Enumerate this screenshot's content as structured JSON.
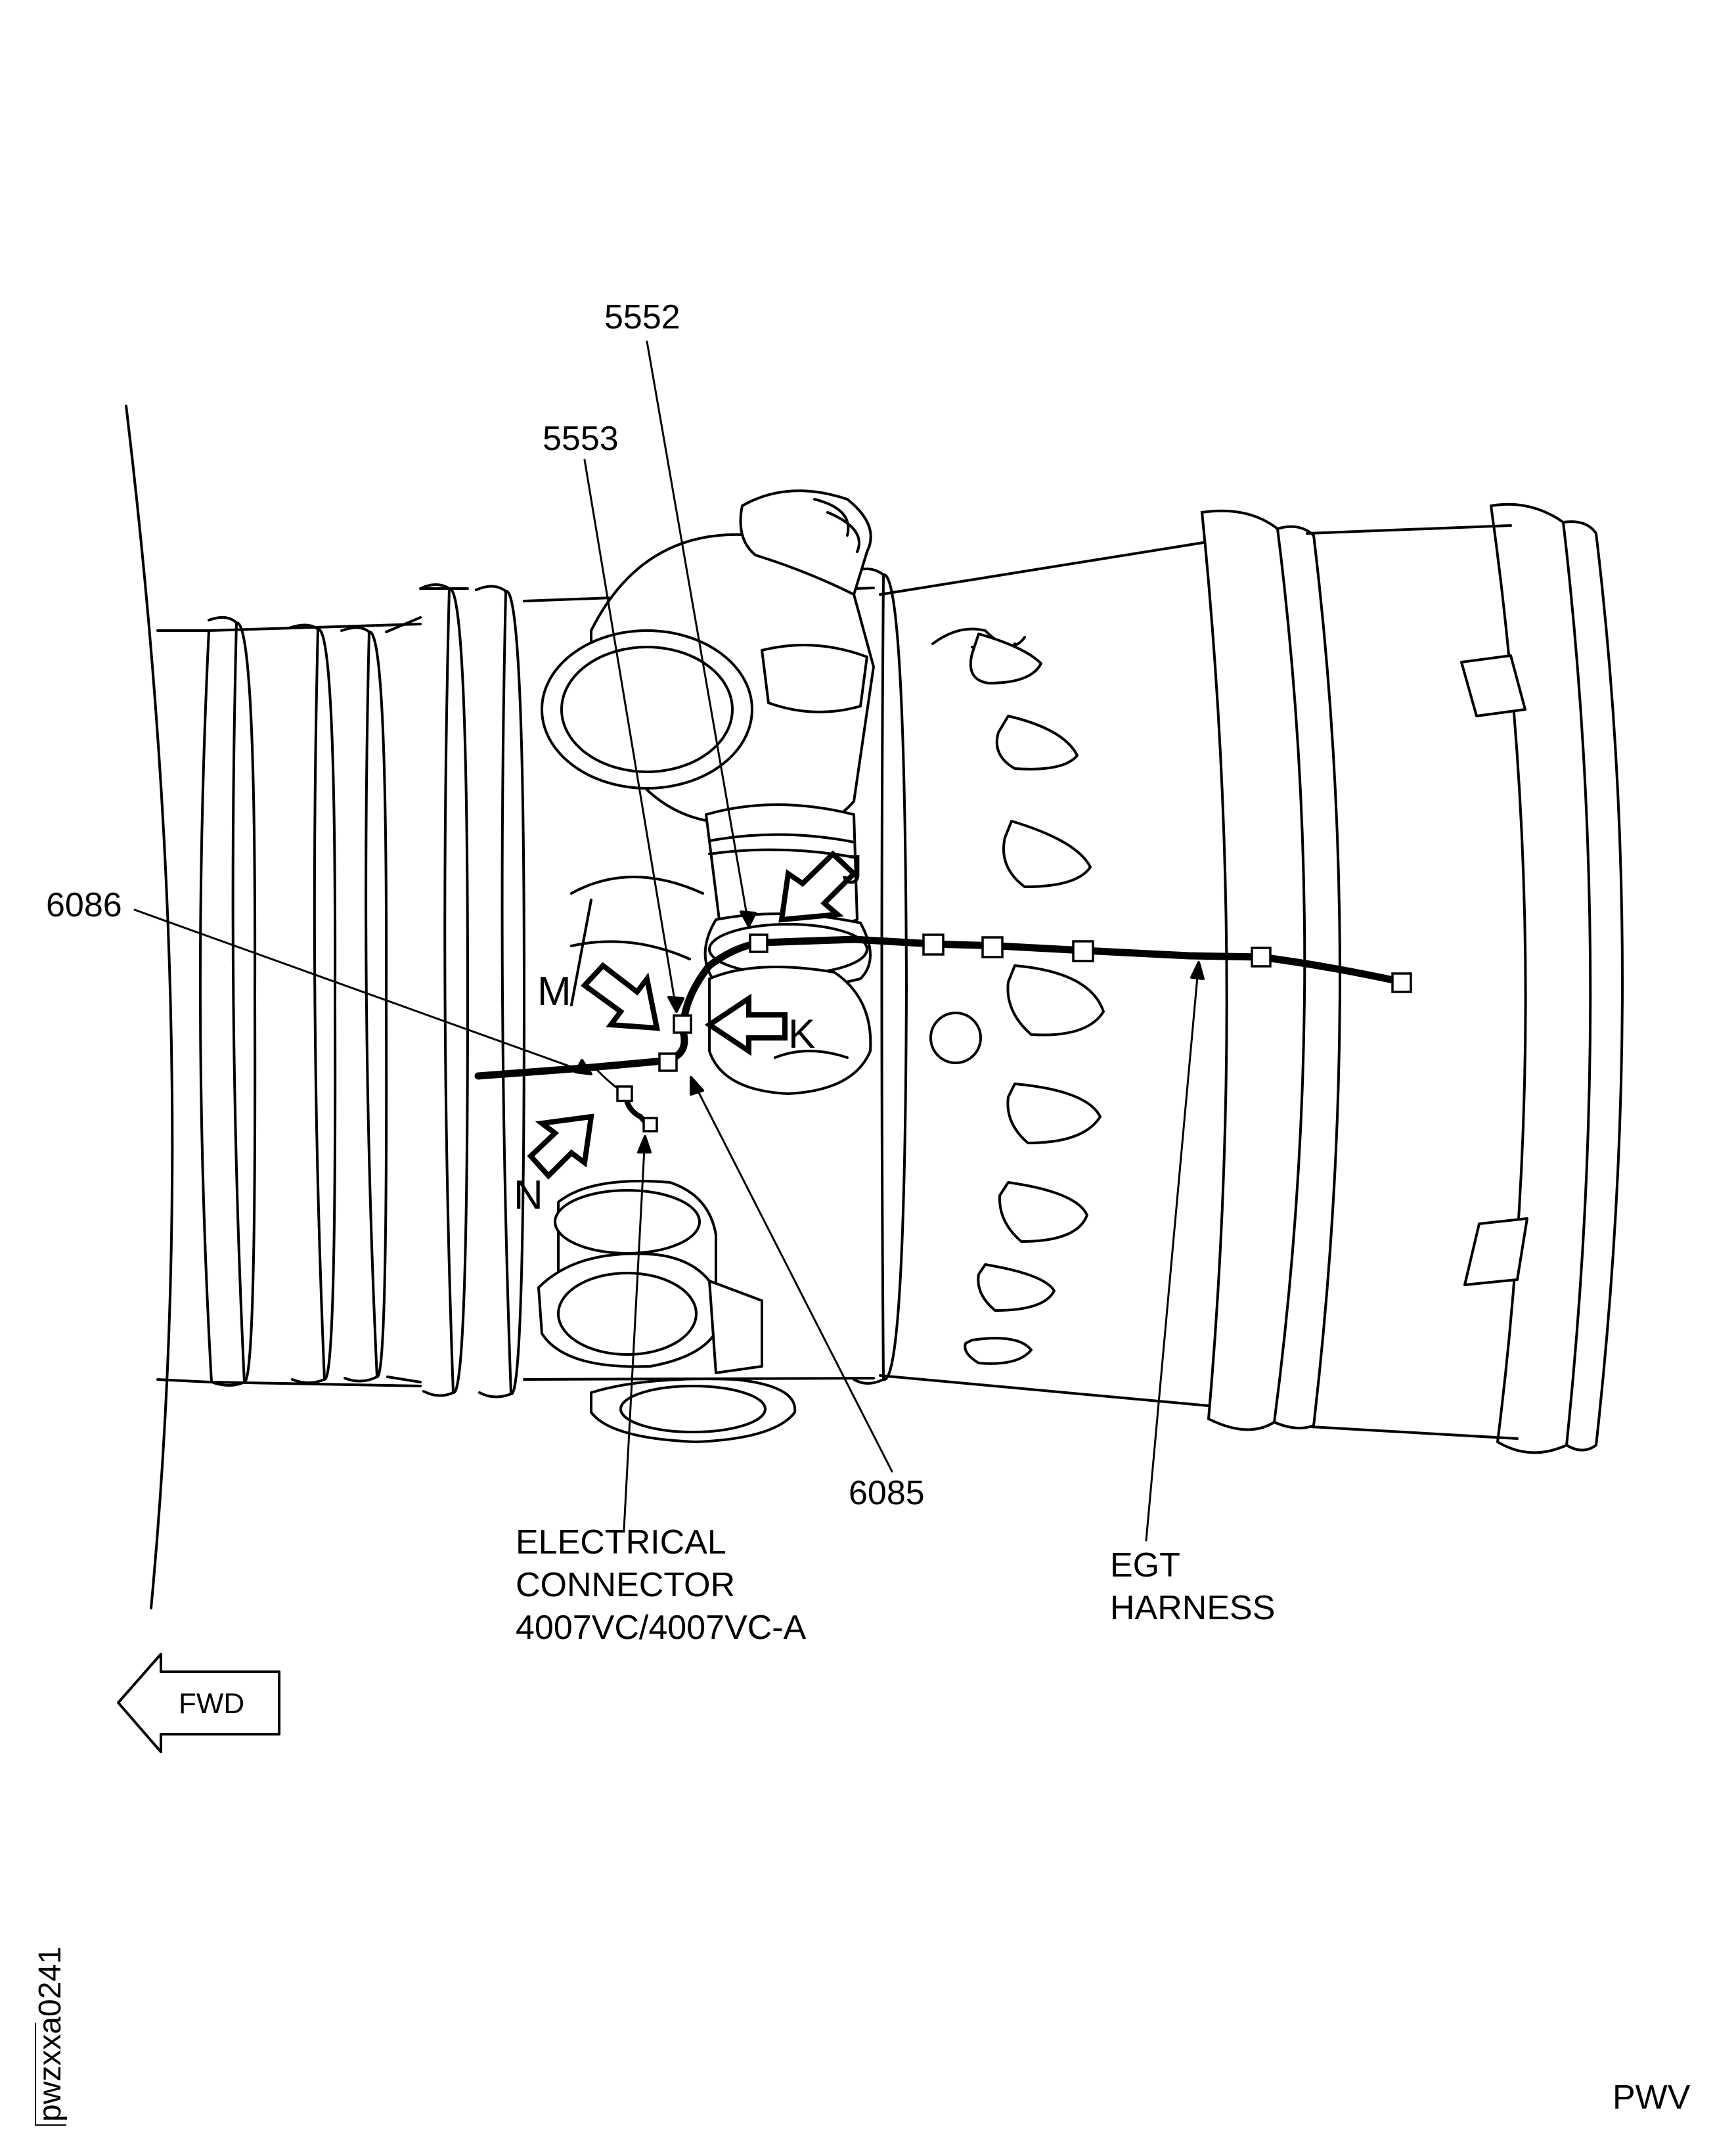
{
  "labels": {
    "part_5552": "5552",
    "part_5553": "5553",
    "part_6086": "6086",
    "part_6085": "6085",
    "connector_line1": "ELECTRICAL",
    "connector_line2": "CONNECTOR",
    "connector_line3": "4007VC/4007VC-A",
    "harness_line1": "EGT",
    "harness_line2": "HARNESS"
  },
  "view_callouts": {
    "j": "J",
    "k": "K",
    "m": "M",
    "n": "N"
  },
  "direction_arrow": {
    "label": "FWD"
  },
  "figure_id": "pwzxxa0241",
  "corner_code": "PWV"
}
